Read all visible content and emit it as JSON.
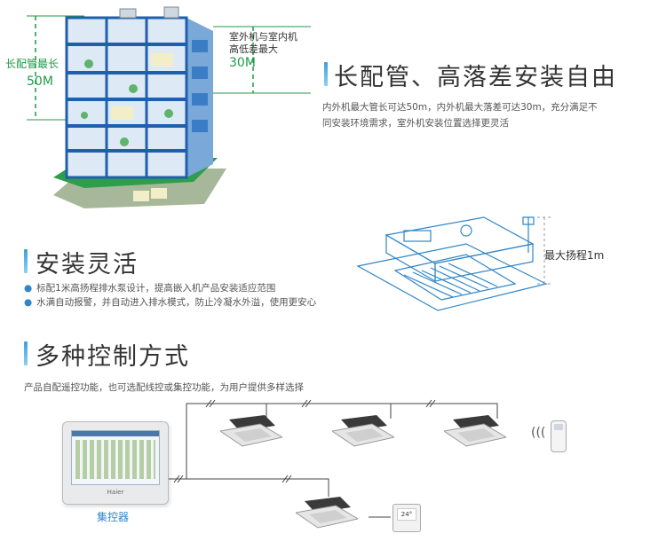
{
  "section1": {
    "title": "长配管、高落差安装自由",
    "desc_line1": "内外机最大管长可达50m，内外机最大落差可达30m，充分满足不",
    "desc_line2": "同安装环境需求，室外机安装位置选择更灵活",
    "left_label": "长配管最长",
    "left_value": "50M",
    "right_label_line1": "室外机与室内机",
    "right_label_line2": "高低差最大",
    "right_value": "30M"
  },
  "section2": {
    "title": "安装灵活",
    "bullets": [
      "标配1米高扬程排水泵设计，提高嵌入机产品安装适应范围",
      "水满自动报警，并自动进入排水模式，防止冷凝水外溢，使用更安心"
    ],
    "pump_label": "最大扬程1m"
  },
  "section3": {
    "title": "多种控制方式",
    "desc": "产品自配遥控功能，也可选配线控或集控功能，为用户提供多样选择",
    "controller_label": "集控器",
    "controller_brand": "Haier",
    "wired_display": "24°"
  },
  "colors": {
    "green": "#1f9a47",
    "accent_top": "#3aa0de",
    "accent_bottom": "#8fd0f2",
    "building_blue": "#1f5fae"
  }
}
